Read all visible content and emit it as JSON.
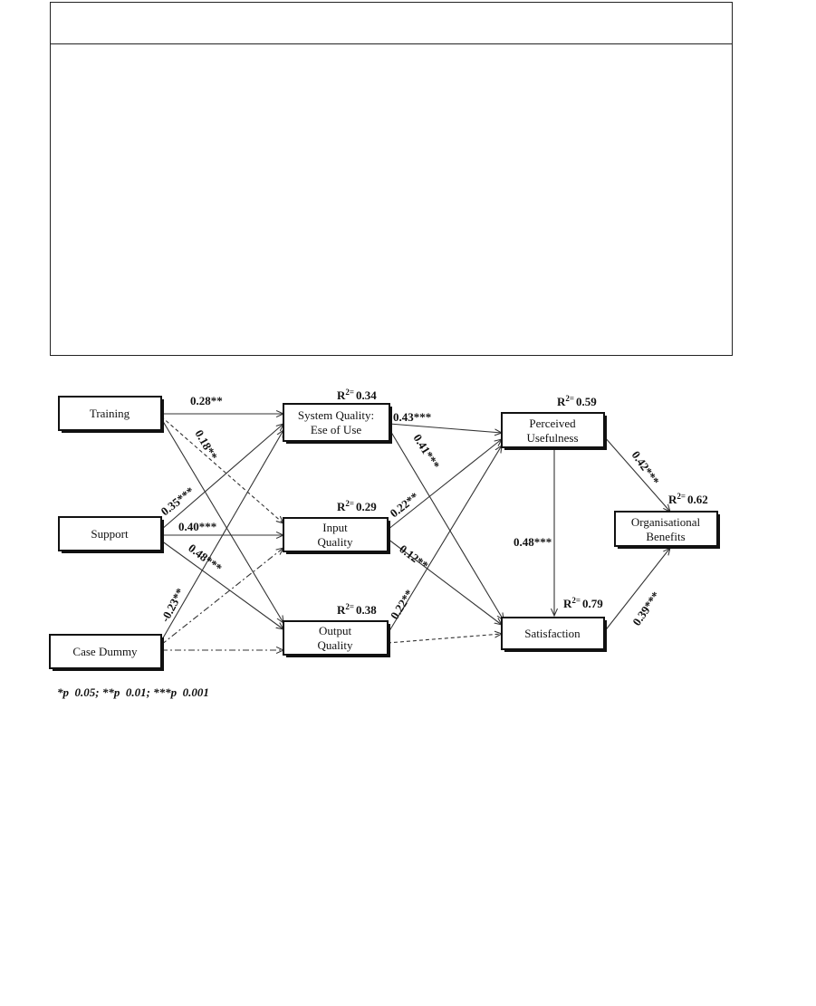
{
  "nodes": {
    "training": "Training",
    "support": "Support",
    "case_dummy": "Case Dummy",
    "system_quality_1": "System Quality:",
    "system_quality_2": "Ese of Use",
    "input_quality_1": "Input",
    "input_quality_2": "Quality",
    "output_quality_1": "Output",
    "output_quality_2": "Quality",
    "perceived_usefulness_1": "Perceived",
    "perceived_usefulness_2": "Usefulness",
    "satisfaction": "Satisfaction",
    "organisational_benefits_1": "Organisational",
    "organisational_benefits_2": "Benefits"
  },
  "r2": {
    "system_quality": "0.34",
    "input_quality": "0.29",
    "output_quality": "0.38",
    "perceived_usefulness": "0.59",
    "satisfaction": "0.79",
    "organisational_benefits": "0.62"
  },
  "r2_prefix": "R",
  "r2_sup": "2=",
  "paths": {
    "training_sysq": "0.28**",
    "training_output": "0.18**",
    "support_sysq": "0.35***",
    "support_input": "0.40***",
    "support_output": "0.48***",
    "case_sysq": "-0.23**",
    "sysq_pu": "0.43***",
    "sysq_sat": "0.41***",
    "input_pu": "0.22**",
    "input_sat": "0.12**",
    "output_pu": "0.22**",
    "pu_sat": "0.48***",
    "pu_ob": "0.42***",
    "sat_ob": "0.39***"
  },
  "footnote": "*p  0.05; **p  0.01; ***p  0.001"
}
